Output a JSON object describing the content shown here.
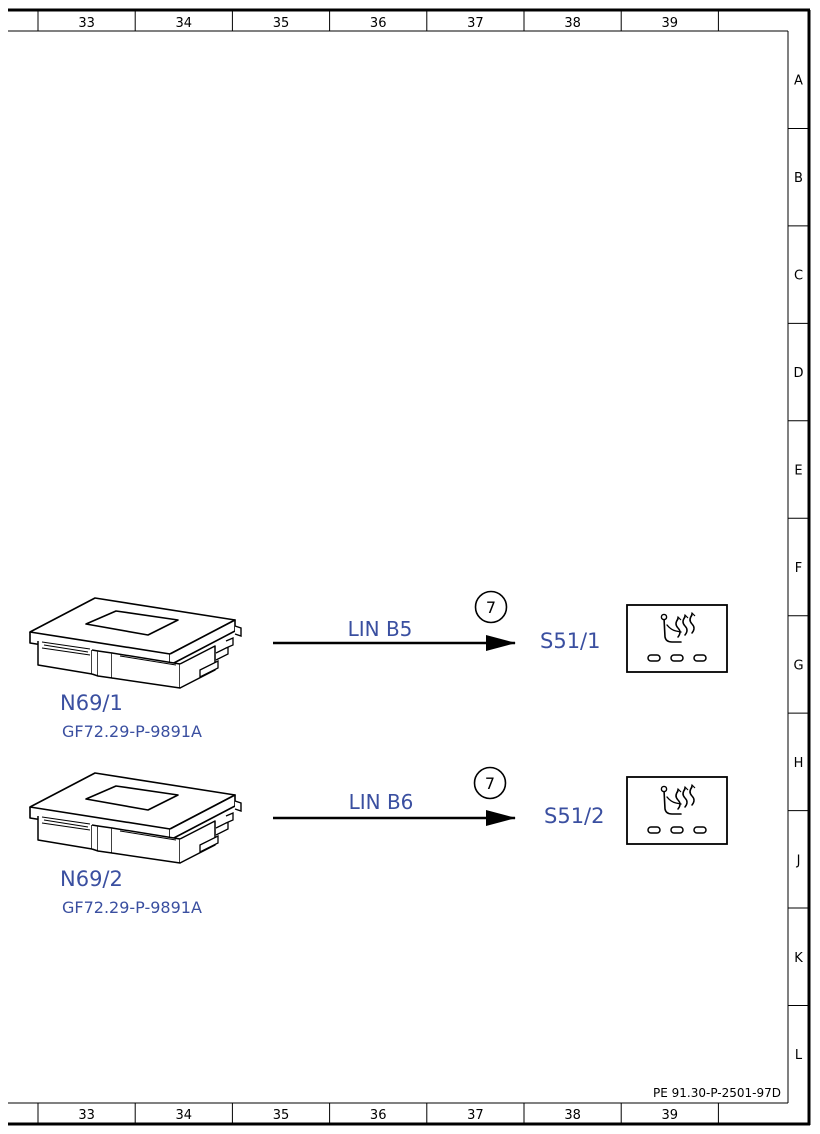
{
  "frame": {
    "columns": [
      "33",
      "34",
      "35",
      "36",
      "37",
      "38",
      "39"
    ],
    "rows": [
      "A",
      "B",
      "C",
      "D",
      "E",
      "F",
      "G",
      "H",
      "J",
      "K",
      "L"
    ],
    "document_id": "PE 91.30-P-2501-97D"
  },
  "connections": [
    {
      "source": {
        "code": "N69/1",
        "reference": "GF72.29-P-9891A"
      },
      "bus": "LIN B5",
      "marker": "7",
      "target": {
        "code": "S51/1",
        "icon": "seat-heating-icon"
      }
    },
    {
      "source": {
        "code": "N69/2",
        "reference": "GF72.29-P-9891A"
      },
      "bus": "LIN B6",
      "marker": "7",
      "target": {
        "code": "S51/2",
        "icon": "seat-heating-icon"
      }
    }
  ],
  "colors": {
    "label": "#3a4fa0",
    "line": "#000000"
  }
}
